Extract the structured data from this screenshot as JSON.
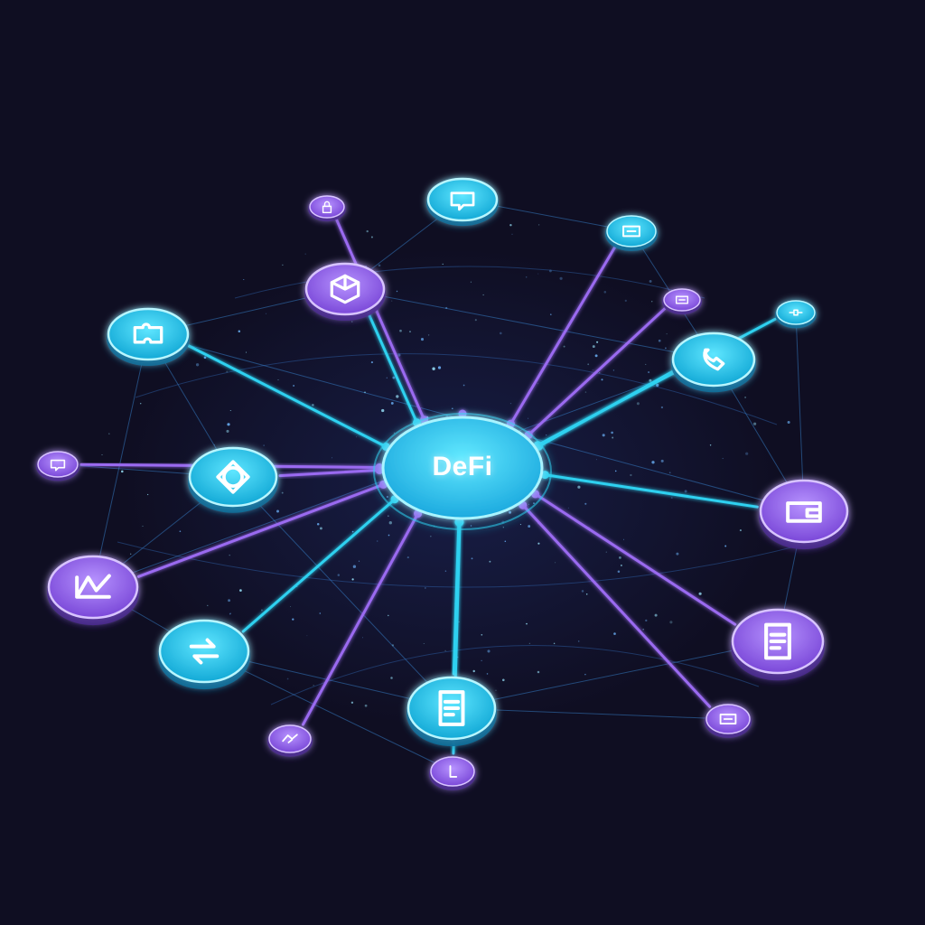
{
  "hub": {
    "label": "DeFi"
  },
  "colors": {
    "background": "#0f0e22",
    "cyan": "#2fd1f0",
    "purple": "#9a6bf0"
  },
  "nodes": [
    {
      "id": "cyan-top",
      "theme": "cyan",
      "icon": "chat-icon"
    },
    {
      "id": "purple-topleft-small",
      "theme": "purple",
      "icon": "lock-icon"
    },
    {
      "id": "purple-upper",
      "theme": "purple",
      "icon": "cube-icon"
    },
    {
      "id": "cyan-topright-small",
      "theme": "cyan",
      "icon": "ticket-icon"
    },
    {
      "id": "purple-right-small",
      "theme": "purple",
      "icon": "card-icon"
    },
    {
      "id": "cyan-farright-small",
      "theme": "cyan",
      "icon": "link-icon"
    },
    {
      "id": "cyan-left",
      "theme": "cyan",
      "icon": "puzzle-icon"
    },
    {
      "id": "cyan-phone",
      "theme": "cyan",
      "icon": "phone-icon"
    },
    {
      "id": "purple-farleft-small",
      "theme": "purple",
      "icon": "message-icon"
    },
    {
      "id": "cyan-midleft",
      "theme": "cyan",
      "icon": "coin-icon"
    },
    {
      "id": "purple-right-big",
      "theme": "purple",
      "icon": "wallet-icon"
    },
    {
      "id": "purple-left-big",
      "theme": "purple",
      "icon": "chart-icon"
    },
    {
      "id": "cyan-lowerleft",
      "theme": "cyan",
      "icon": "exchange-icon"
    },
    {
      "id": "purple-lowerright",
      "theme": "purple",
      "icon": "document-icon"
    },
    {
      "id": "cyan-bottom",
      "theme": "cyan",
      "icon": "ledger-icon"
    },
    {
      "id": "purple-bottomright-small",
      "theme": "purple",
      "icon": "banknote-icon"
    },
    {
      "id": "purple-bottomleft-small",
      "theme": "purple",
      "icon": "handshake-icon"
    },
    {
      "id": "purple-bottom-small",
      "theme": "purple",
      "icon": "user-icon"
    }
  ]
}
